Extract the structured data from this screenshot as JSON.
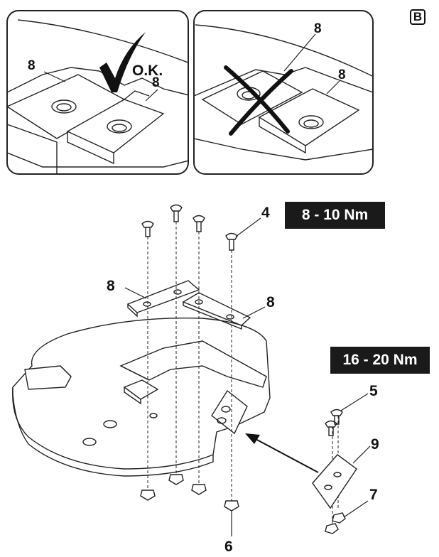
{
  "figure": {
    "view_label": "B",
    "ok_label": "O.K.",
    "torque_upper": "8 - 10 Nm",
    "torque_lower": "16 - 20 Nm",
    "ok_panel": {
      "callouts": [
        "8",
        "8"
      ]
    },
    "wrong_panel": {
      "callouts": [
        "8",
        "8"
      ]
    },
    "part_callouts": {
      "screw": "4",
      "plate_left": "8",
      "plate_right": "8",
      "blade_screw": "5",
      "nut": "6",
      "blade_nut": "7",
      "blade": "9"
    }
  }
}
